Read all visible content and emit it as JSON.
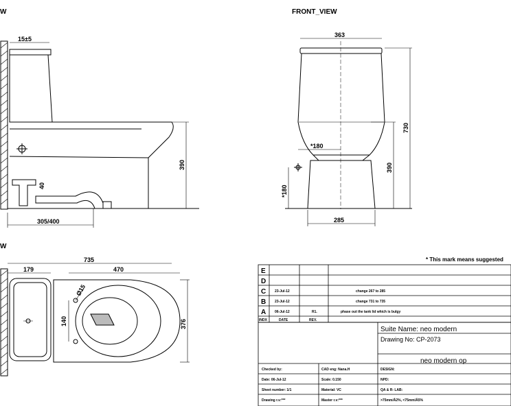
{
  "views": {
    "side_label": "W",
    "front_label": "FRONT_VIEW",
    "top_label": "W"
  },
  "note": "* This mark means suggested",
  "dimensions": {
    "side": {
      "top_offset": "15±5",
      "height": "390",
      "pipe": "40",
      "rough_in": "305/400"
    },
    "front": {
      "width": "363",
      "height": "730",
      "seat_height": "390",
      "bottom_width": "285",
      "hole_spacing": "*180",
      "hole_height": "*180"
    },
    "top": {
      "length": "735",
      "tank_depth": "179",
      "bowl_length": "470",
      "width": "376",
      "hole_dia": "Ø15",
      "hole_spacing": "140"
    }
  },
  "revisions": [
    {
      "index": "E",
      "date": "",
      "rev": "",
      "description": ""
    },
    {
      "index": "D",
      "date": "",
      "rev": "",
      "description": ""
    },
    {
      "index": "C",
      "date": "23-Jul-12",
      "rev": "",
      "description": "change 267 to 285"
    },
    {
      "index": "B",
      "date": "23-Jul-12",
      "rev": "",
      "description": "change 731 to 735"
    },
    {
      "index": "A",
      "date": "06-Jul-12",
      "rev": "R1.",
      "description": "phase out the tank lid which is bulgy"
    }
  ],
  "revision_headers": {
    "index": "INDX",
    "date": "DATE",
    "rev": "REV."
  },
  "title_block": {
    "suite_name": "Suite Name:  neo modern",
    "drawing_no": "Drawing No: CP-2073",
    "product": "neo modern op",
    "checked_by": "Checked by:",
    "cad_eng": "CAD eng: Nana.H",
    "design": "DESIGN:",
    "date": "Date: 06-Jul-12",
    "scale": "Scale: 0.150",
    "npd": "NPD:",
    "sheet_number": "Sheet number: 1/1",
    "material": "Material:  VC",
    "qa": "QA & R- LAB:",
    "drawing_rev": "Drawing r.v:***",
    "master_rev": "Master r.v:***",
    "spec": ">75mm/Å2%, <75mm/Å5%"
  }
}
